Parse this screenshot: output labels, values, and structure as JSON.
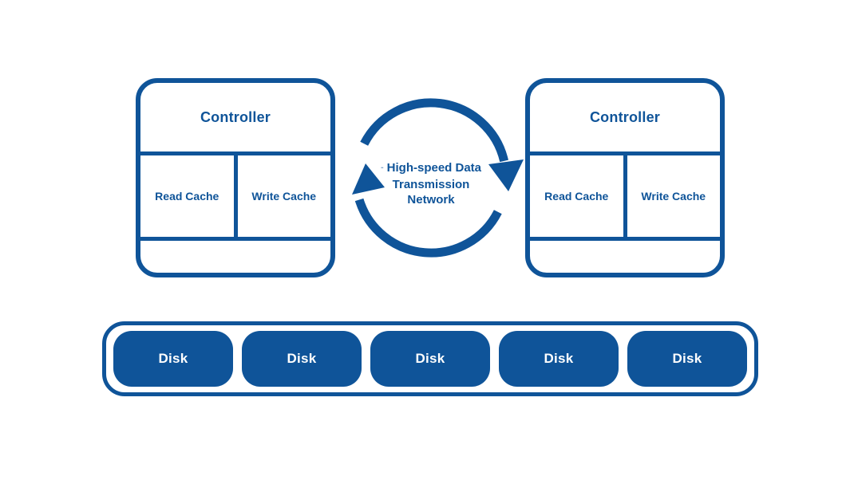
{
  "diagram": {
    "controllers": [
      {
        "title": "Controller",
        "read_cache": "Read Cache",
        "write_cache": "Write Cache"
      },
      {
        "title": "Controller",
        "read_cache": "Read Cache",
        "write_cache": "Write Cache"
      }
    ],
    "network": {
      "prefix": "-",
      "line1": "High-speed Data",
      "line2": "Transmission",
      "line3": "Network"
    },
    "disks": [
      "Disk",
      "Disk",
      "Disk",
      "Disk",
      "Disk"
    ],
    "colors": {
      "primary_blue": "#0F5499",
      "disk_text": "#FFFFFF",
      "background": "#FFFFFF"
    }
  }
}
